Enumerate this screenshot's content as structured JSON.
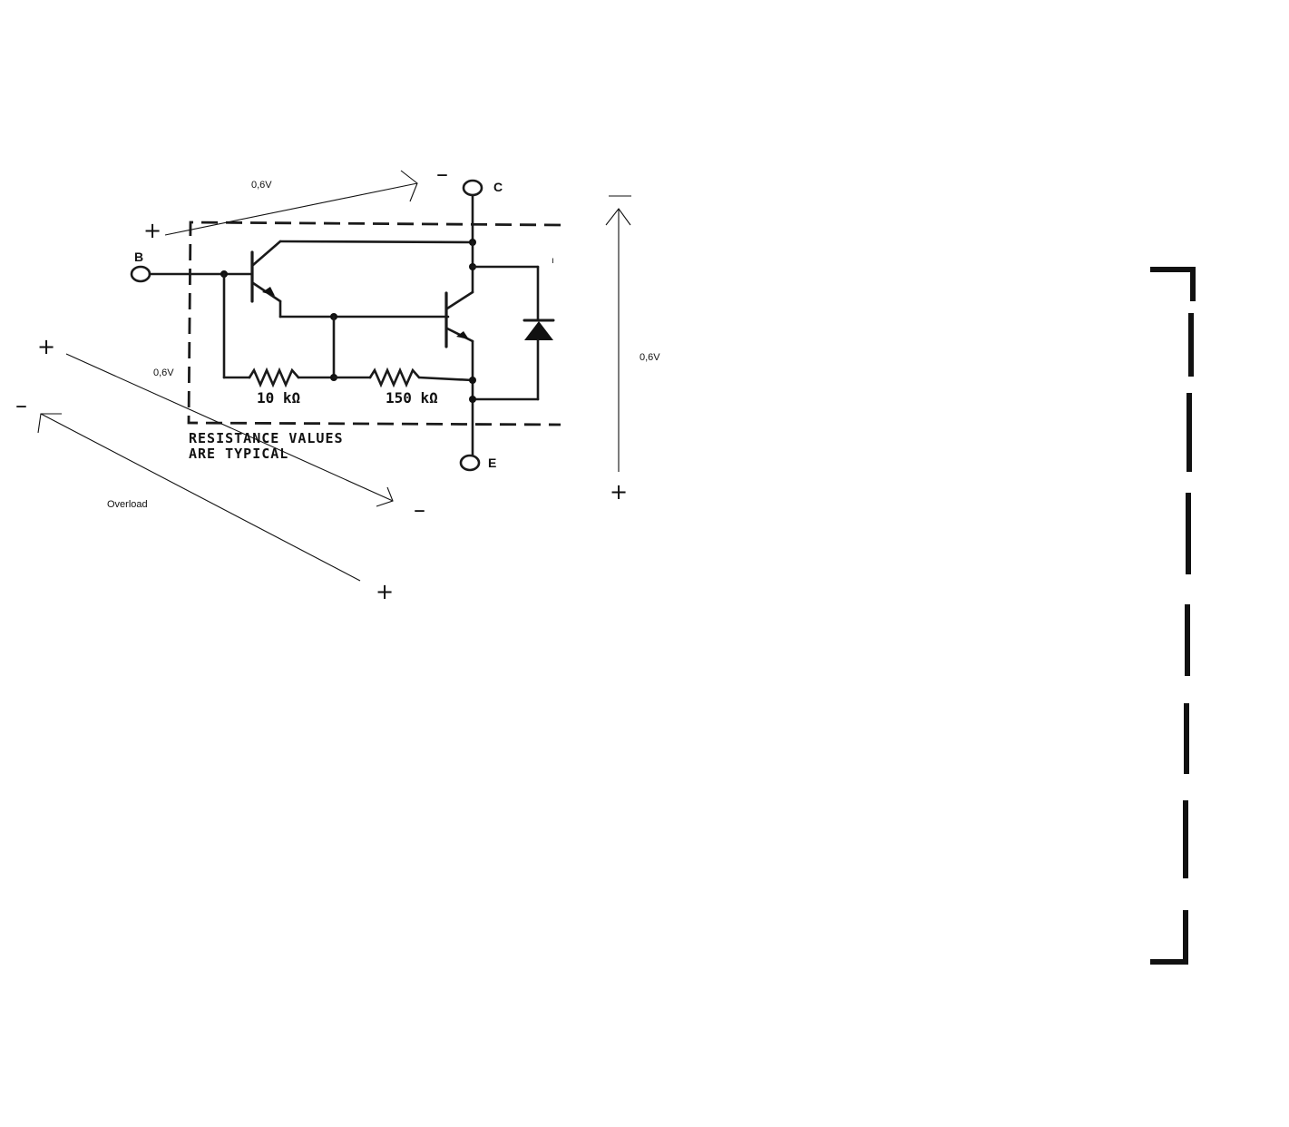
{
  "terminals": {
    "base": "B",
    "collector": "C",
    "emitter": "E"
  },
  "resistors": {
    "r1": "10 kΩ",
    "r2": "150 kΩ"
  },
  "note": {
    "line1": "RESISTANCE VALUES",
    "line2": "ARE TYPICAL"
  },
  "annotations": {
    "top_voltage": "0,6V",
    "right_voltage": "0,6V",
    "diag_voltage": "0,6V",
    "overload": "Overload",
    "plus": "+",
    "minus": "–"
  }
}
